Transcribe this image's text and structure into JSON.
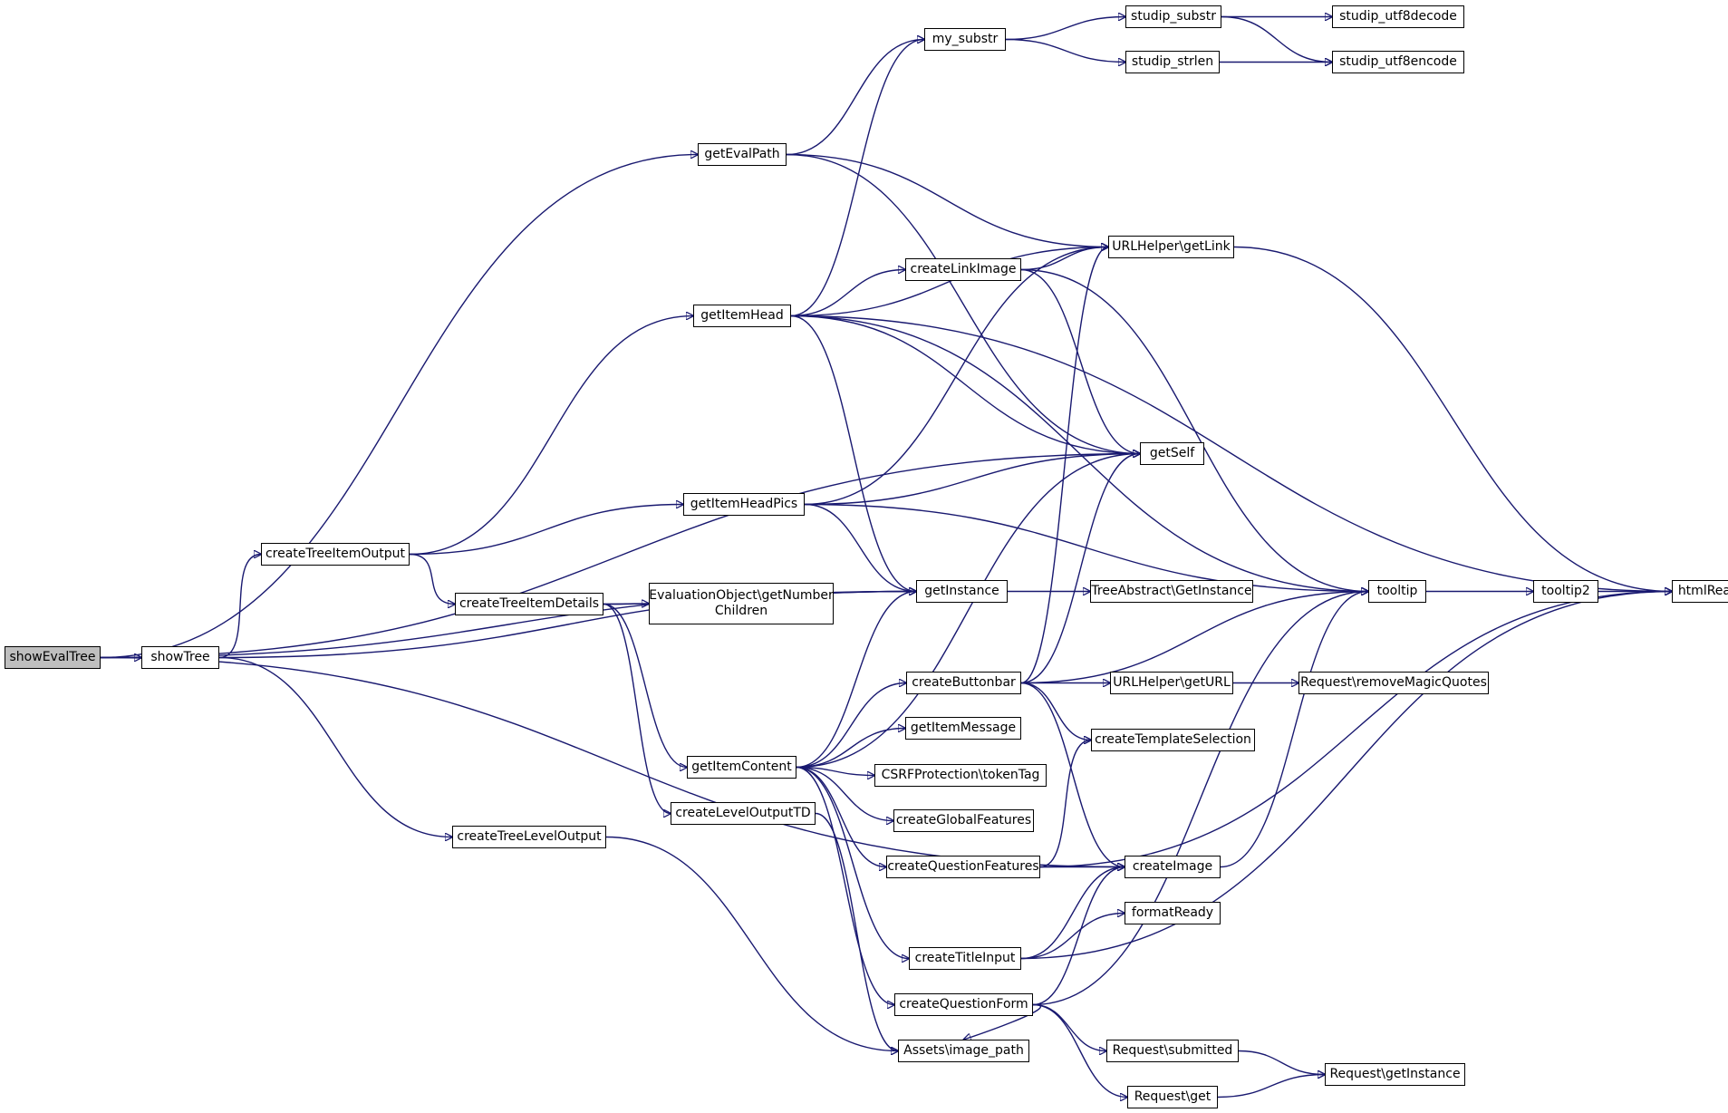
{
  "graph": {
    "edge_color": "#191970",
    "root_fill": "#bfbfbf",
    "nodes": [
      {
        "id": "showEvalTree",
        "label": "showEvalTree",
        "root": true
      },
      {
        "id": "showTree",
        "label": "showTree"
      },
      {
        "id": "getEvalPath",
        "label": "getEvalPath"
      },
      {
        "id": "my_substr",
        "label": "my_substr"
      },
      {
        "id": "studip_substr",
        "label": "studip_substr"
      },
      {
        "id": "studip_strlen",
        "label": "studip_strlen"
      },
      {
        "id": "studip_utf8decode",
        "label": "studip_utf8decode"
      },
      {
        "id": "studip_utf8encode",
        "label": "studip_utf8encode"
      },
      {
        "id": "URLHelper_getLink",
        "label": "URLHelper\\getLink"
      },
      {
        "id": "createLinkImage",
        "label": "createLinkImage"
      },
      {
        "id": "getItemHead",
        "label": "getItemHead"
      },
      {
        "id": "getSelf",
        "label": "getSelf"
      },
      {
        "id": "getItemHeadPics",
        "label": "getItemHeadPics"
      },
      {
        "id": "createTreeItemOutput",
        "label": "createTreeItemOutput"
      },
      {
        "id": "createTreeItemDetails",
        "label": "createTreeItemDetails"
      },
      {
        "id": "EvaluationObject_getNumberChildren",
        "label": "EvaluationObject\\getNumber\nChildren"
      },
      {
        "id": "getInstance",
        "label": "getInstance"
      },
      {
        "id": "TreeAbstract_GetInstance",
        "label": "TreeAbstract\\GetInstance"
      },
      {
        "id": "tooltip",
        "label": "tooltip"
      },
      {
        "id": "tooltip2",
        "label": "tooltip2"
      },
      {
        "id": "htmlReady",
        "label": "htmlReady"
      },
      {
        "id": "createButtonbar",
        "label": "createButtonbar"
      },
      {
        "id": "URLHelper_getURL",
        "label": "URLHelper\\getURL"
      },
      {
        "id": "Request_removeMagicQuotes",
        "label": "Request\\removeMagicQuotes"
      },
      {
        "id": "getItemMessage",
        "label": "getItemMessage"
      },
      {
        "id": "createTemplateSelection",
        "label": "createTemplateSelection"
      },
      {
        "id": "getItemContent",
        "label": "getItemContent"
      },
      {
        "id": "CSRFProtection_tokenTag",
        "label": "CSRFProtection\\tokenTag"
      },
      {
        "id": "createLevelOutputTD",
        "label": "createLevelOutputTD"
      },
      {
        "id": "createGlobalFeatures",
        "label": "createGlobalFeatures"
      },
      {
        "id": "createTreeLevelOutput",
        "label": "createTreeLevelOutput"
      },
      {
        "id": "createQuestionFeatures",
        "label": "createQuestionFeatures"
      },
      {
        "id": "createImage",
        "label": "createImage"
      },
      {
        "id": "formatReady",
        "label": "formatReady"
      },
      {
        "id": "createTitleInput",
        "label": "createTitleInput"
      },
      {
        "id": "createQuestionForm",
        "label": "createQuestionForm"
      },
      {
        "id": "Request_submitted",
        "label": "Request\\submitted"
      },
      {
        "id": "Request_getInstance",
        "label": "Request\\getInstance"
      },
      {
        "id": "Assets_image_path",
        "label": "Assets\\image_path"
      },
      {
        "id": "Request_get",
        "label": "Request\\get"
      }
    ],
    "edges": [
      [
        "showEvalTree",
        "showTree"
      ],
      [
        "showEvalTree",
        "getEvalPath"
      ],
      [
        "showEvalTree",
        "getSelf"
      ],
      [
        "showEvalTree",
        "getInstance"
      ],
      [
        "showEvalTree",
        "createImage"
      ],
      [
        "showTree",
        "createTreeItemOutput"
      ],
      [
        "showTree",
        "getInstance"
      ],
      [
        "showTree",
        "createTreeLevelOutput"
      ],
      [
        "getEvalPath",
        "my_substr"
      ],
      [
        "getEvalPath",
        "URLHelper_getLink"
      ],
      [
        "getEvalPath",
        "getSelf"
      ],
      [
        "my_substr",
        "studip_substr"
      ],
      [
        "my_substr",
        "studip_strlen"
      ],
      [
        "studip_substr",
        "studip_utf8decode"
      ],
      [
        "studip_substr",
        "studip_utf8encode"
      ],
      [
        "studip_strlen",
        "studip_utf8encode"
      ],
      [
        "URLHelper_getLink",
        "htmlReady"
      ],
      [
        "createLinkImage",
        "URLHelper_getLink"
      ],
      [
        "createLinkImage",
        "getSelf"
      ],
      [
        "createLinkImage",
        "tooltip"
      ],
      [
        "getItemHead",
        "my_substr"
      ],
      [
        "getItemHead",
        "URLHelper_getLink"
      ],
      [
        "getItemHead",
        "htmlReady"
      ],
      [
        "getItemHead",
        "createLinkImage"
      ],
      [
        "getItemHead",
        "getSelf"
      ],
      [
        "getItemHead",
        "getInstance"
      ],
      [
        "getItemHead",
        "tooltip"
      ],
      [
        "getItemHeadPics",
        "URLHelper_getLink"
      ],
      [
        "getItemHeadPics",
        "getSelf"
      ],
      [
        "getItemHeadPics",
        "getInstance"
      ],
      [
        "getItemHeadPics",
        "tooltip"
      ],
      [
        "createTreeItemOutput",
        "getItemHead"
      ],
      [
        "createTreeItemOutput",
        "getItemHeadPics"
      ],
      [
        "createTreeItemOutput",
        "createTreeItemDetails"
      ],
      [
        "createTreeItemDetails",
        "getInstance"
      ],
      [
        "createTreeItemDetails",
        "EvaluationObject_getNumberChildren"
      ],
      [
        "createTreeItemDetails",
        "getItemContent"
      ],
      [
        "createTreeItemDetails",
        "createLevelOutputTD"
      ],
      [
        "getInstance",
        "TreeAbstract_GetInstance"
      ],
      [
        "tooltip",
        "tooltip2"
      ],
      [
        "tooltip2",
        "htmlReady"
      ],
      [
        "createButtonbar",
        "URLHelper_getLink"
      ],
      [
        "createButtonbar",
        "getSelf"
      ],
      [
        "createButtonbar",
        "tooltip"
      ],
      [
        "createButtonbar",
        "URLHelper_getURL"
      ],
      [
        "createButtonbar",
        "createTemplateSelection"
      ],
      [
        "createButtonbar",
        "createImage"
      ],
      [
        "URLHelper_getURL",
        "Request_removeMagicQuotes"
      ],
      [
        "getItemContent",
        "getSelf"
      ],
      [
        "getItemContent",
        "getInstance"
      ],
      [
        "getItemContent",
        "createButtonbar"
      ],
      [
        "getItemContent",
        "getItemMessage"
      ],
      [
        "getItemContent",
        "CSRFProtection_tokenTag"
      ],
      [
        "getItemContent",
        "createGlobalFeatures"
      ],
      [
        "getItemContent",
        "createQuestionFeatures"
      ],
      [
        "getItemContent",
        "createTitleInput"
      ],
      [
        "getItemContent",
        "createQuestionForm"
      ],
      [
        "createLevelOutputTD",
        "Assets_image_path"
      ],
      [
        "createTreeLevelOutput",
        "Assets_image_path"
      ],
      [
        "createQuestionFeatures",
        "createTemplateSelection"
      ],
      [
        "createQuestionFeatures",
        "createImage"
      ],
      [
        "createQuestionFeatures",
        "htmlReady"
      ],
      [
        "createImage",
        "tooltip"
      ],
      [
        "createTitleInput",
        "createImage"
      ],
      [
        "createTitleInput",
        "formatReady"
      ],
      [
        "createTitleInput",
        "htmlReady"
      ],
      [
        "createQuestionForm",
        "createImage"
      ],
      [
        "createQuestionForm",
        "tooltip"
      ],
      [
        "createQuestionForm",
        "Request_submitted"
      ],
      [
        "createQuestionForm",
        "Request_get"
      ],
      [
        "createQuestionForm",
        "Assets_image_path"
      ],
      [
        "Request_submitted",
        "Request_getInstance"
      ],
      [
        "Request_get",
        "Request_getInstance"
      ]
    ]
  }
}
